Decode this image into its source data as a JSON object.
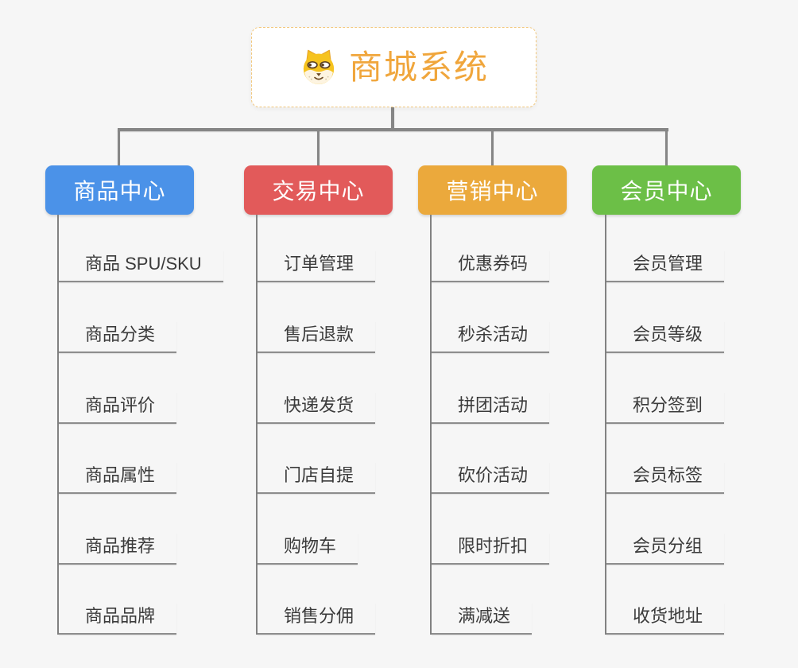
{
  "root": {
    "label": "商城系统",
    "icon": "dog-face-logo",
    "accent_color": "#f0a63c",
    "border_color": "#f2c87e"
  },
  "connector_color": "#868686",
  "branches": [
    {
      "label": "商品中心",
      "color": "#4b92e8",
      "children": [
        "商品 SPU/SKU",
        "商品分类",
        "商品评价",
        "商品属性",
        "商品推荐",
        "商品品牌"
      ]
    },
    {
      "label": "交易中心",
      "color": "#e25a5a",
      "children": [
        "订单管理",
        "售后退款",
        "快递发货",
        "门店自提",
        "购物车",
        "销售分佣"
      ]
    },
    {
      "label": "营销中心",
      "color": "#eba93c",
      "children": [
        "优惠券码",
        "秒杀活动",
        "拼团活动",
        "砍价活动",
        "限时折扣",
        "满减送"
      ]
    },
    {
      "label": "会员中心",
      "color": "#6cbf47",
      "children": [
        "会员管理",
        "会员等级",
        "积分签到",
        "会员标签",
        "会员分组",
        "收货地址"
      ]
    }
  ]
}
